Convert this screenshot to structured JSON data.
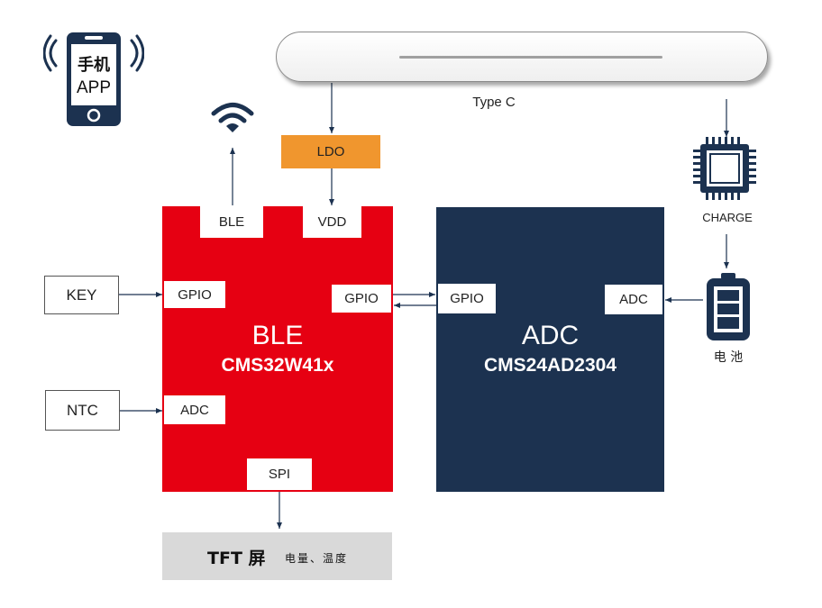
{
  "phone_app": {
    "line1": "手机",
    "line2": "APP"
  },
  "usb": {
    "label": "Type C"
  },
  "ldo": {
    "label": "LDO",
    "color": "#f0962e"
  },
  "charge": {
    "label": "CHARGE"
  },
  "battery": {
    "label": "电 池"
  },
  "ble_chip": {
    "color": "#e60012",
    "title": "BLE",
    "part": "CMS32W41x",
    "pins": {
      "ble": "BLE",
      "vdd": "VDD",
      "gpio_left": "GPIO",
      "gpio_right": "GPIO",
      "adc": "ADC",
      "spi": "SPI"
    }
  },
  "adc_chip": {
    "color": "#1c3250",
    "title": "ADC",
    "part": "CMS24AD2304",
    "pins": {
      "gpio": "GPIO",
      "adc": "ADC"
    }
  },
  "inputs": {
    "key": "KEY",
    "ntc": "NTC"
  },
  "display": {
    "main": "TFT 屏",
    "sub": "电量、温度",
    "color": "#d9d9d9"
  }
}
